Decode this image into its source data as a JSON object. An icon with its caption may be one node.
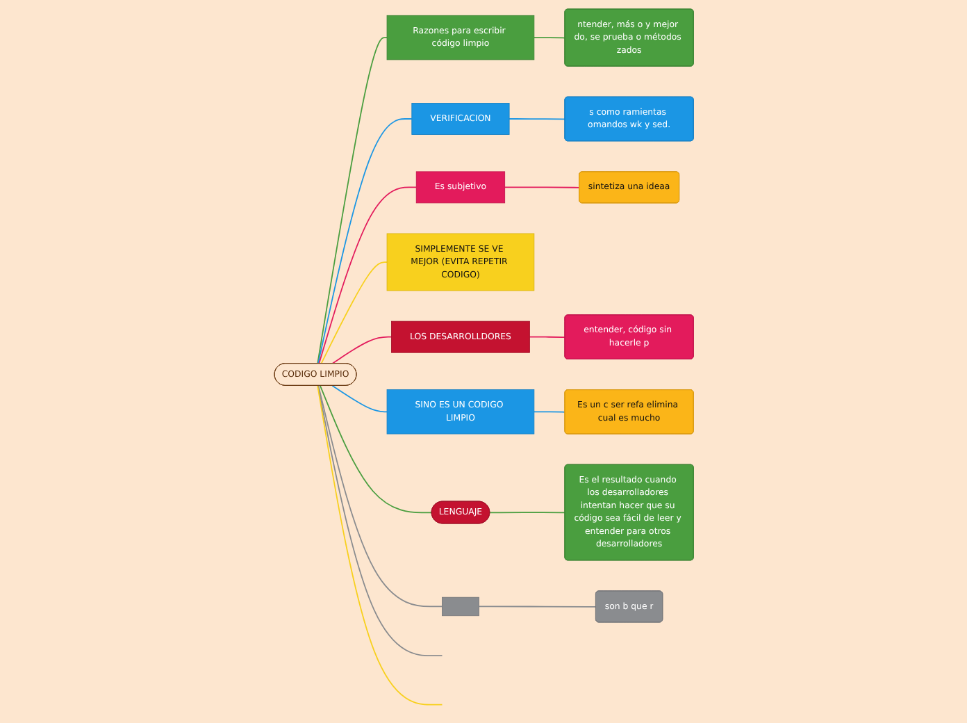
{
  "diagram": {
    "nodes": [
      {
        "text": [
          "CODIGO LIMPIO"
        ]
      },
      {
        "text": [
          "Razones para escribir código limpio"
        ]
      },
      {
        "text": [
          "ntender, más o y mejor do, se prueba o métodos zados"
        ]
      },
      {
        "text": [
          "VERIFICACION"
        ]
      },
      {
        "text": [
          "s como ramientas omandos wk y sed."
        ]
      },
      {
        "text": [
          "Es subjetivo"
        ]
      },
      {
        "text": [
          "sintetiza una ideaa"
        ]
      },
      {
        "text": [
          "SIMPLEMENTE SE VE MEJOR (EVITA REPETIR CODIGO)"
        ]
      },
      {
        "text": [
          "LOS DESARROLLDORES"
        ]
      },
      {
        "text": [
          "entender, código sin hacerle p"
        ]
      },
      {
        "text": [
          "SINO ES UN CODIGO LIMPIO"
        ]
      },
      {
        "text": [
          "Es un c ser refa elimina cual es mucho"
        ]
      },
      {
        "text": [
          "LENGUAJE"
        ]
      },
      {
        "text": [
          "Es el resultado cuando los desarrolladores intentan hacer que su código sea fácil de leer y entender para otros desarrolladores"
        ]
      },
      {
        "text": [],
        "shape": "box"
      },
      {
        "text": [
          "son b que r"
        ]
      }
    ],
    "edges": [
      {
        "from": 0,
        "to": 1,
        "arrow": "none",
        "color": "#4a9e3f"
      },
      {
        "from": 1,
        "to": 2,
        "arrow": "none",
        "color": "#4a9e3f"
      },
      {
        "from": 0,
        "to": 3,
        "arrow": "none",
        "color": "#1b96e4"
      },
      {
        "from": 3,
        "to": 4,
        "arrow": "none",
        "color": "#1b96e4"
      },
      {
        "from": 0,
        "to": 5,
        "arrow": "none",
        "color": "#e31b5c"
      },
      {
        "from": 5,
        "to": 6,
        "arrow": "none",
        "color": "#e31b5c"
      },
      {
        "from": 0,
        "to": 7,
        "arrow": "none",
        "color": "#f8d01e"
      },
      {
        "from": 0,
        "to": 8,
        "arrow": "none",
        "color": "#e31b5c"
      },
      {
        "from": 8,
        "to": 9,
        "arrow": "none",
        "color": "#e31b5c"
      },
      {
        "from": 0,
        "to": 10,
        "arrow": "none",
        "color": "#1b96e4"
      },
      {
        "from": 10,
        "to": 11,
        "arrow": "none",
        "color": "#1b96e4"
      },
      {
        "from": 0,
        "to": 12,
        "arrow": "none",
        "color": "#4a9e3f"
      },
      {
        "from": 12,
        "to": 13,
        "arrow": "none",
        "color": "#4a9e3f"
      },
      {
        "from": 0,
        "to": 14,
        "arrow": "none",
        "color": "#8a8c8f"
      },
      {
        "from": 14,
        "to": 15,
        "arrow": "none",
        "color": "#8a8c8f"
      },
      {
        "from": 0,
        "to": null,
        "arrow": "none",
        "color": "#8a8c8f"
      },
      {
        "from": 0,
        "to": null,
        "arrow": "none",
        "color": "#f8d01e"
      }
    ]
  }
}
